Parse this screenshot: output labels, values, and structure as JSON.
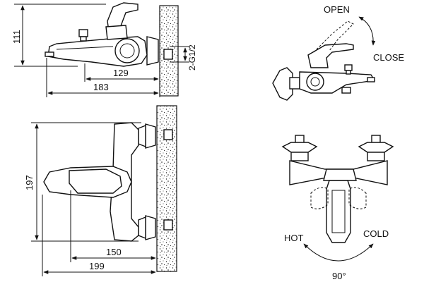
{
  "dimensions": {
    "height_top": "111",
    "thread": "2-G1/2",
    "spout_short": "129",
    "spout_long": "183",
    "height_front": "197",
    "handle_reach": "150",
    "overall_reach": "199"
  },
  "operation": {
    "open": "OPEN",
    "close": "CLOSE",
    "hot": "HOT",
    "cold": "COLD",
    "rotation": "90°"
  }
}
